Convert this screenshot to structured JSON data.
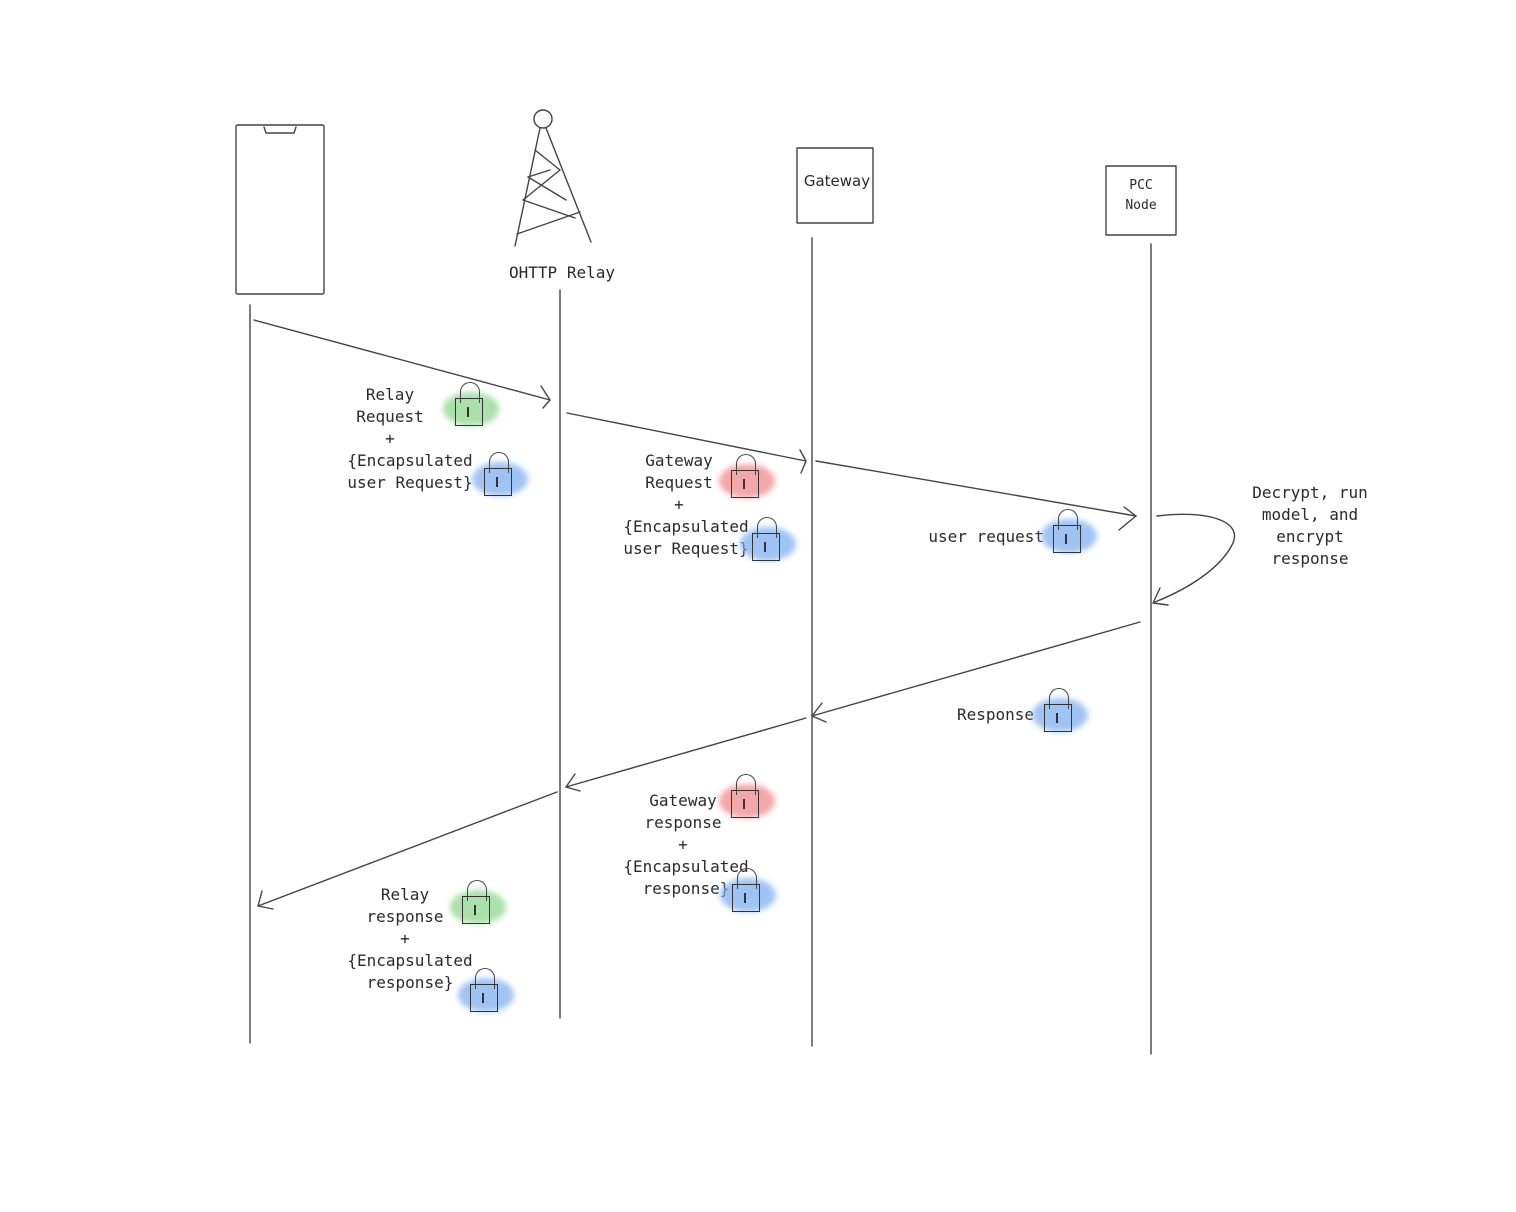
{
  "colors": {
    "ink": "#444444",
    "relay_lock": "#8fd68f",
    "gateway_lock": "#f08a8a",
    "pcc_lock": "#7fb0f0"
  },
  "participants": {
    "device": {
      "icon": "phone-icon"
    },
    "relay": {
      "icon": "radio-tower-icon",
      "label": "OHTTP Relay"
    },
    "gateway": {
      "label": "Gateway"
    },
    "pcc": {
      "label_line1": "PCC",
      "label_line2": "Node"
    }
  },
  "messages": {
    "relay_request": {
      "line1": "Relay",
      "line2": "Request",
      "plus": "+",
      "line3": "{Encapsulated",
      "line4": "user Request}"
    },
    "gateway_request": {
      "line1": "Gateway",
      "line2": "Request",
      "plus": "+",
      "line3": "{Encapsulated",
      "line4": "user Request}"
    },
    "user_request": {
      "label": "user request"
    },
    "process_note": {
      "line1": "Decrypt, run",
      "line2": "model, and",
      "line3": "encrypt",
      "line4": "response"
    },
    "response": {
      "label": "Response"
    },
    "gateway_response": {
      "line1": "Gateway",
      "line2": "response",
      "plus": "+",
      "line3": "{Encapsulated",
      "line4": "response}"
    },
    "relay_response": {
      "line1": "Relay",
      "line2": "response",
      "plus": "+",
      "line3": "{Encapsulated",
      "line4": "response}"
    }
  }
}
